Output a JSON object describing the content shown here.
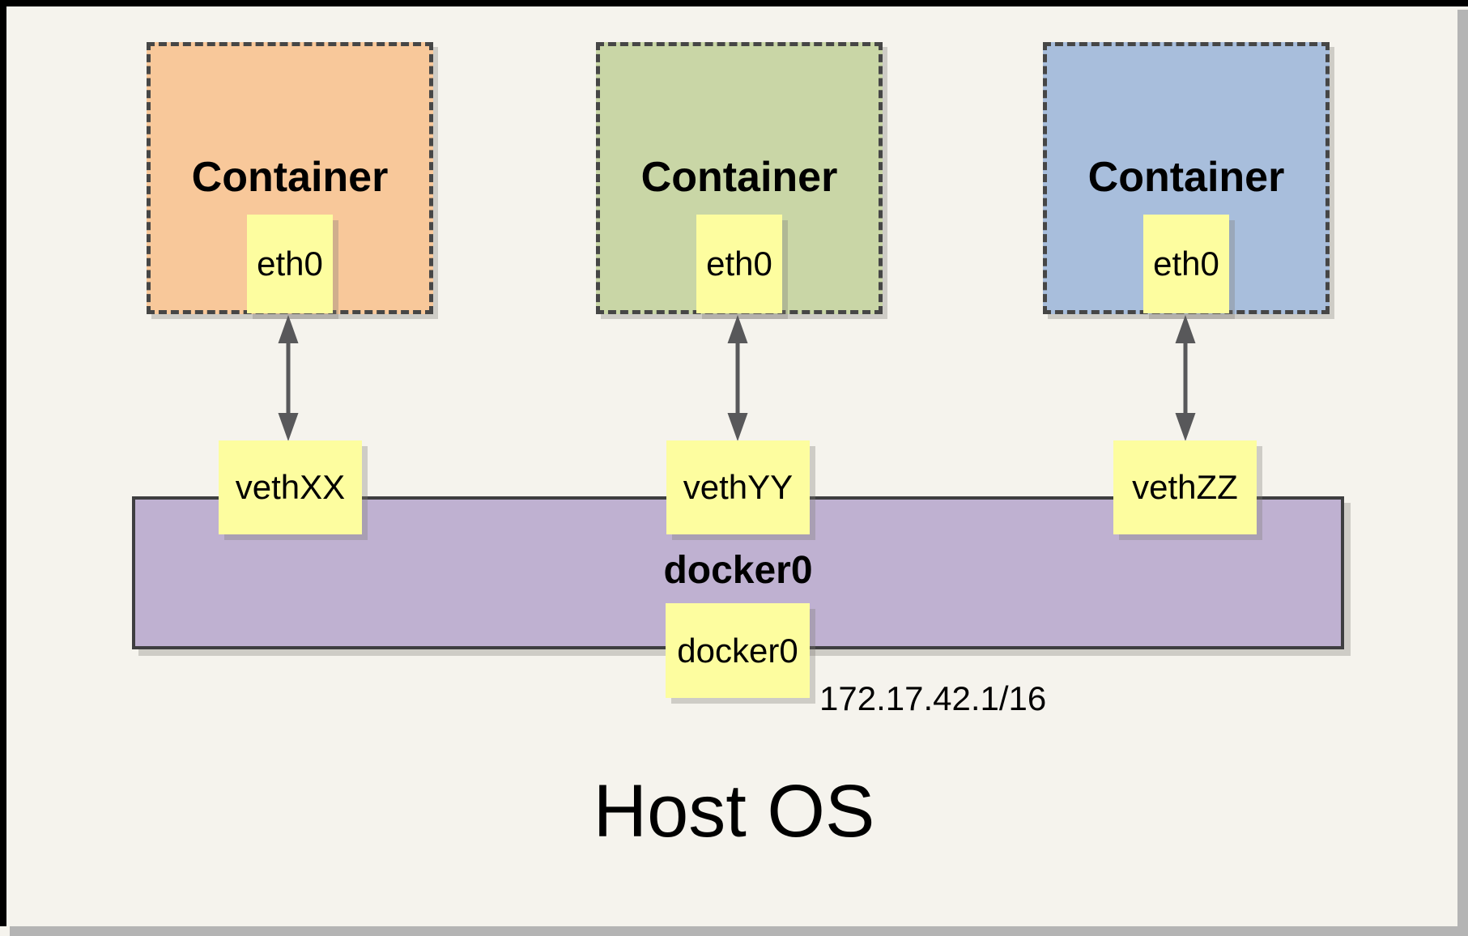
{
  "diagram": {
    "containers": [
      {
        "title": "Container",
        "interface": "eth0",
        "fill": "#f8c89a"
      },
      {
        "title": "Container",
        "interface": "eth0",
        "fill": "#c9d6a6"
      },
      {
        "title": "Container",
        "interface": "eth0",
        "fill": "#a8bedc"
      }
    ],
    "veths": [
      {
        "label": "vethXX"
      },
      {
        "label": "vethYY"
      },
      {
        "label": "vethZZ"
      }
    ],
    "bridge": {
      "title": "docker0",
      "interface": "docker0",
      "ip": "172.17.42.1/16",
      "fill": "#bfb1d1"
    },
    "host": {
      "title": "Host OS"
    },
    "colors": {
      "background": "#f5f3ed",
      "node_fill": "#fdfd9f",
      "frame": "#000000",
      "page_shadow": "#b4b4b4",
      "dashed_border": "#464646",
      "arrow": "#58585a"
    }
  }
}
